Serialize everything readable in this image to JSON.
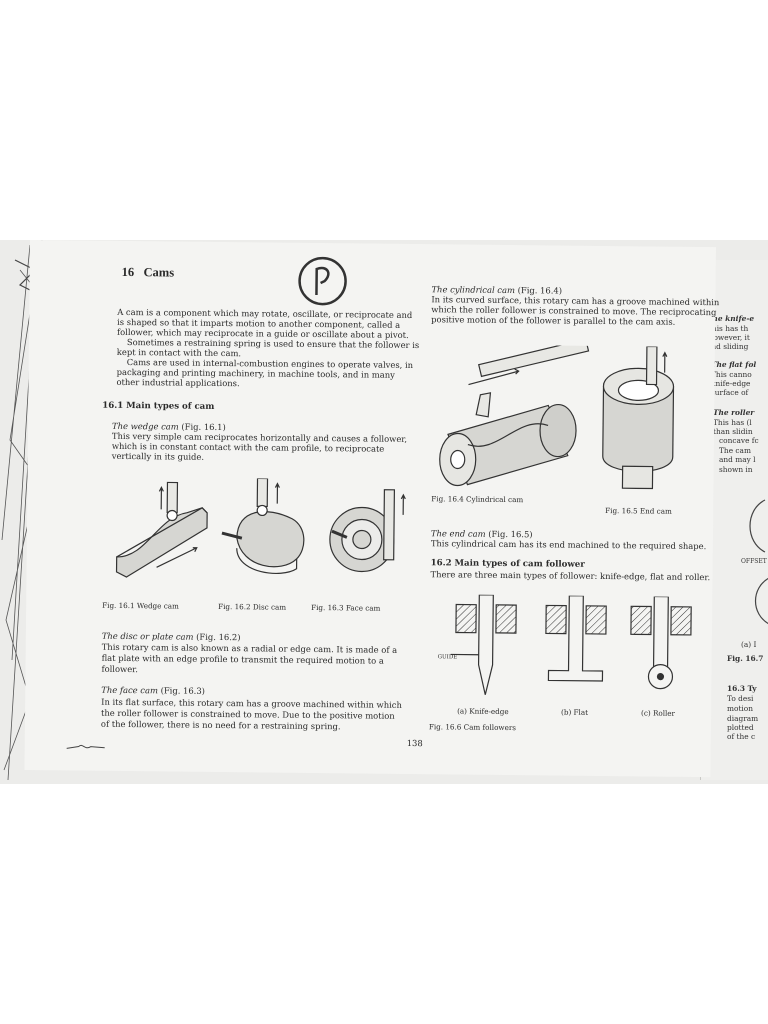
{
  "chapter": {
    "number": "16",
    "title": "Cams"
  },
  "intro": [
    "A cam is a component which may rotate, oscillate, or reciprocate and",
    "is shaped so that it imparts motion to another component, called a",
    "follower, which may reciprocate in a guide or oscillate about a pivot.",
    "Sometimes a restraining spring is used to ensure that the follower is",
    "kept in contact with the cam.",
    "Cams are used in internal-combustion engines to operate valves, in",
    "packaging and printing machinery, in machine tools, and in many",
    "other industrial applications."
  ],
  "section_16_1": "16.1 Main types of cam",
  "wedge": {
    "heading": "The wedge cam",
    "ref": "(Fig. 16.1)",
    "lines": [
      "This very simple cam reciprocates horizontally and causes a follower,",
      "which is in constant contact with the cam profile, to reciprocate",
      "vertically in its guide."
    ]
  },
  "fig_captions": {
    "f1": "Fig. 16.1   Wedge cam",
    "f2": "Fig. 16.2   Disc cam",
    "f3": "Fig. 16.3   Face cam",
    "f4": "Fig. 16.4   Cylindrical cam",
    "f5": "Fig. 16.5   End cam",
    "f6": "Fig. 16.6   Cam followers"
  },
  "disc": {
    "heading": "The disc or plate cam",
    "ref": "(Fig. 16.2)",
    "lines": [
      "This rotary cam is also known as a radial or edge cam. It is made of a",
      "flat plate with an edge profile to transmit the required motion to a",
      "follower."
    ]
  },
  "face": {
    "heading": "The face cam",
    "ref": "(Fig. 16.3)",
    "lines": [
      "In its flat surface, this rotary cam has a groove machined within which",
      "the roller follower is constrained to move. Due to the positive motion",
      "of the follower, there is no need for a restraining spring."
    ]
  },
  "cylindrical": {
    "heading": "The cylindrical cam",
    "ref": "(Fig. 16.4)",
    "lines": [
      "In its curved surface, this rotary cam has a groove machined within",
      "which the roller follower is constrained to move. The reciprocating",
      "positive motion of the follower is parallel to the cam axis."
    ]
  },
  "endcam": {
    "heading": "The end cam",
    "ref": "(Fig. 16.5)",
    "lines": [
      "This cylindrical cam has its end machined to the required shape."
    ]
  },
  "section_16_2": "16.2 Main types of cam follower",
  "followers_intro": "There are three main types of follower: knife-edge, flat and roller.",
  "follower_labels": {
    "a": "(a) Knife-edge",
    "b": "(b) Flat",
    "c": "(c) Roller",
    "guide": "GUIDE"
  },
  "page_number": "138",
  "right_sheet": {
    "lines": [
      "The knife-e",
      "This has th",
      "However, it",
      "and sliding",
      "The flat fol",
      "This canno",
      "knife-edge",
      "surface of",
      "The roller",
      "This has (l",
      "than slidin",
      "concave fc",
      "The cam",
      "and may l",
      "shown in",
      "OFFSET",
      "(a) I",
      "Fig. 16.7",
      "16.3 Ty",
      "To desi",
      "motion",
      "diagram",
      "plotted",
      "of the c"
    ]
  }
}
